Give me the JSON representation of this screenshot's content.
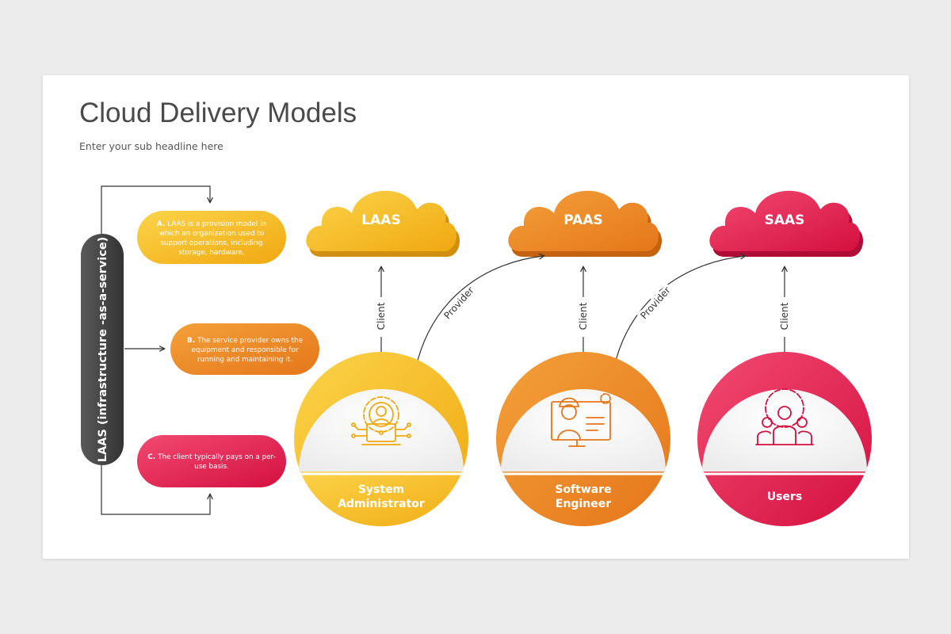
{
  "slide": {
    "title": "Cloud Delivery Models",
    "subtitle": "Enter your sub headline here"
  },
  "side_bar": {
    "label": "LAAS (infrastructure -as-a-service)"
  },
  "notes": [
    {
      "letter": "A.",
      "lines": [
        "LAAS is a provision model in",
        "which an organization used to",
        "support operations, including",
        "storage, hardware,"
      ]
    },
    {
      "letter": "B.",
      "lines": [
        "The service provider owns the",
        "equipment and responsible for",
        "running and maintaining it."
      ]
    },
    {
      "letter": "C.",
      "lines": [
        "The client typically pays on a per-",
        "use basis."
      ]
    }
  ],
  "clouds": [
    {
      "label": "LAAS"
    },
    {
      "label": "PAAS"
    },
    {
      "label": "SAAS"
    }
  ],
  "roles": [
    {
      "lines": [
        "System",
        "Administrator"
      ],
      "icon": "gear-person-laptop-icon"
    },
    {
      "lines": [
        "Software",
        "Engineer"
      ],
      "icon": "engineer-monitor-icon"
    },
    {
      "lines": [
        "Users"
      ],
      "icon": "users-gear-icon"
    }
  ],
  "links": {
    "client_label": "Client",
    "provider_label": "Provider"
  },
  "colors": {
    "yellow": "#f5b41c",
    "orange": "#ec8a1f",
    "red": "#dc1a4c",
    "dark_bar": "#444444"
  }
}
